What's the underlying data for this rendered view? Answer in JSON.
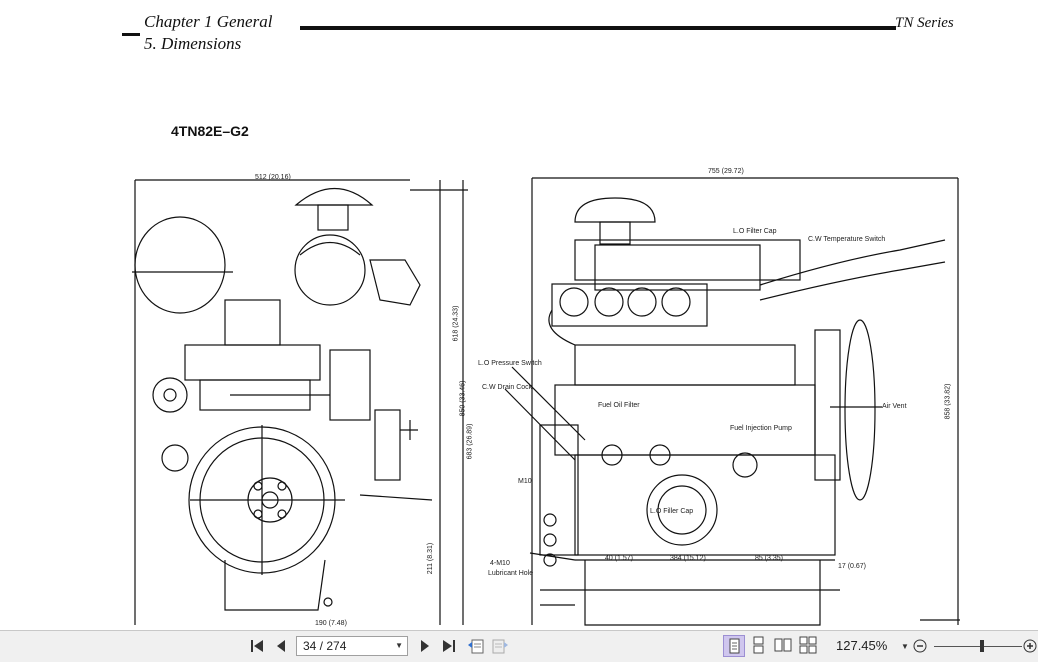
{
  "document": {
    "chapter": "Chapter 1  General",
    "section": "5.  Dimensions",
    "series": "TN Series",
    "model": "4TN82E–G2",
    "left_view": {
      "width_dim": "512 (20.16)",
      "dims": [
        "618 (24.33)",
        "850 (33.46)",
        "683 (26.89)",
        "211 (8.31)",
        "190 (7.48)"
      ]
    },
    "right_view": {
      "length_dim": "755 (29.72)",
      "height_dim": "858 (33.82)",
      "labels": [
        "L.O Filter Cap",
        "C.W Temperature Switch",
        "L.O Pressure Switch",
        "C.W Drain Cock",
        "Fuel Oil Filter",
        "Fuel Injection Pump",
        "Air Vent",
        "L.O Filler Cap",
        "M10",
        "4-M10",
        "Lubricant Hole"
      ],
      "dims": [
        "384 (15.12)",
        "40 (1.57)",
        "85 (3.35)",
        "17 (0.67)"
      ]
    }
  },
  "toolbar": {
    "first_page": "first-page-icon",
    "prev_page": "previous-page-icon",
    "page_value": "34 / 274",
    "next_page": "next-page-icon",
    "last_page": "last-page-icon",
    "prev_view": "previous-view-icon",
    "next_view": "next-view-icon",
    "zoom": "127.45%",
    "accent": "#cfc6ee"
  }
}
